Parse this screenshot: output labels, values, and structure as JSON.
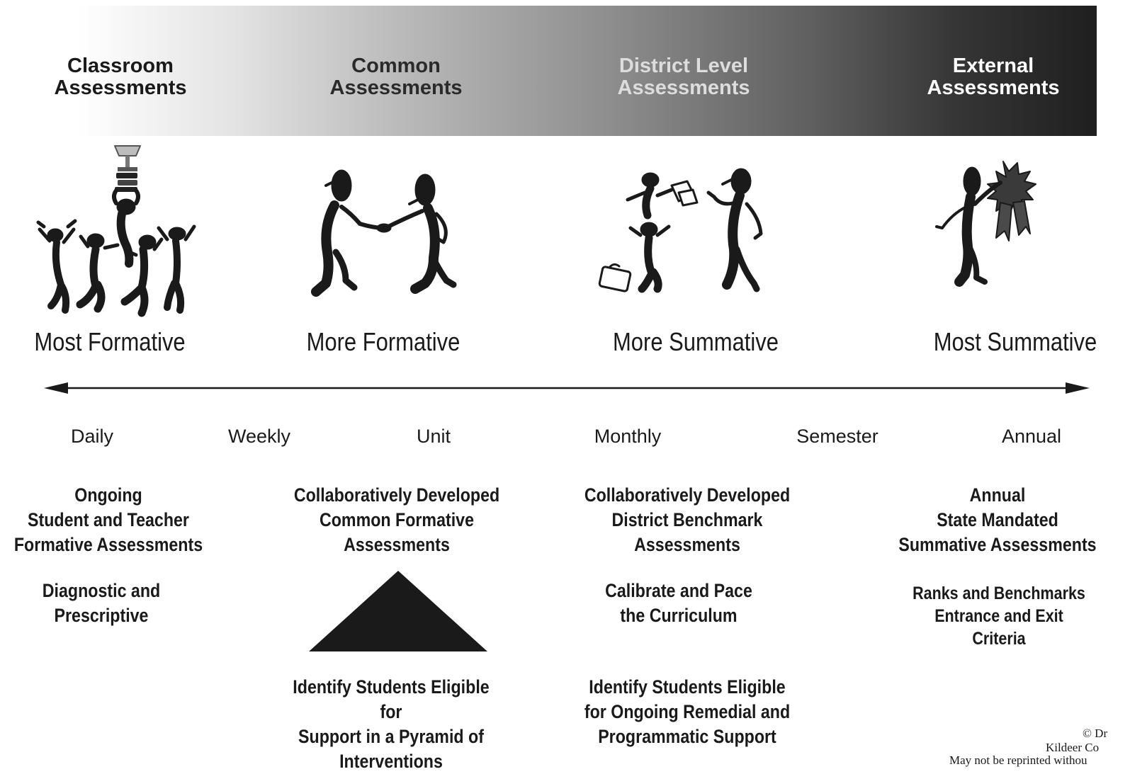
{
  "categories": {
    "classroom": [
      "Classroom",
      "Assessments"
    ],
    "common": [
      "Common",
      "Assessments"
    ],
    "district": [
      "District Level",
      "Assessments"
    ],
    "external": [
      "External",
      "Assessments"
    ]
  },
  "scale": {
    "most_formative": "Most Formative",
    "more_formative": "More Formative",
    "more_summative": "More Summative",
    "most_summative": "Most Summative"
  },
  "frequency": [
    "Daily",
    "Weekly",
    "Unit",
    "Monthly",
    "Semester",
    "Annual"
  ],
  "classroom_block": {
    "purpose": [
      "Ongoing",
      "Student and Teacher",
      "Formative Assessments"
    ],
    "use": [
      "Diagnostic and",
      "Prescriptive"
    ]
  },
  "common_block": {
    "purpose": [
      "Collaboratively Developed",
      "Common Formative",
      "Assessments"
    ],
    "outcome": [
      "Identify Students Eligible for",
      "Support in a Pyramid of",
      "Interventions"
    ]
  },
  "district_block": {
    "purpose": [
      "Collaboratively Developed",
      "District Benchmark",
      "Assessments"
    ],
    "use": [
      "Calibrate and Pace",
      "the Curriculum"
    ],
    "outcome": [
      "Identify Students Eligible",
      "for Ongoing Remedial and",
      "Programmatic Support"
    ]
  },
  "external_block": {
    "purpose": [
      "Annual",
      "State Mandated",
      "Summative Assessments"
    ],
    "use": [
      "Ranks and Benchmarks",
      "Entrance and Exit",
      "Criteria"
    ]
  },
  "credit": [
    "© Dr",
    "Kildeer Co",
    "May not be reprinted withou"
  ],
  "illustrations": {
    "classroom": "group-celebrating-with-trophy-icon",
    "common": "two-people-shaking-hands-icon",
    "district": "students-with-papers-and-briefcase-icon",
    "external": "person-with-award-ribbon-icon"
  },
  "colors": {
    "banner_start": "#ffffff",
    "banner_end": "#1f1f1f",
    "ink": "#1a1a1a"
  }
}
